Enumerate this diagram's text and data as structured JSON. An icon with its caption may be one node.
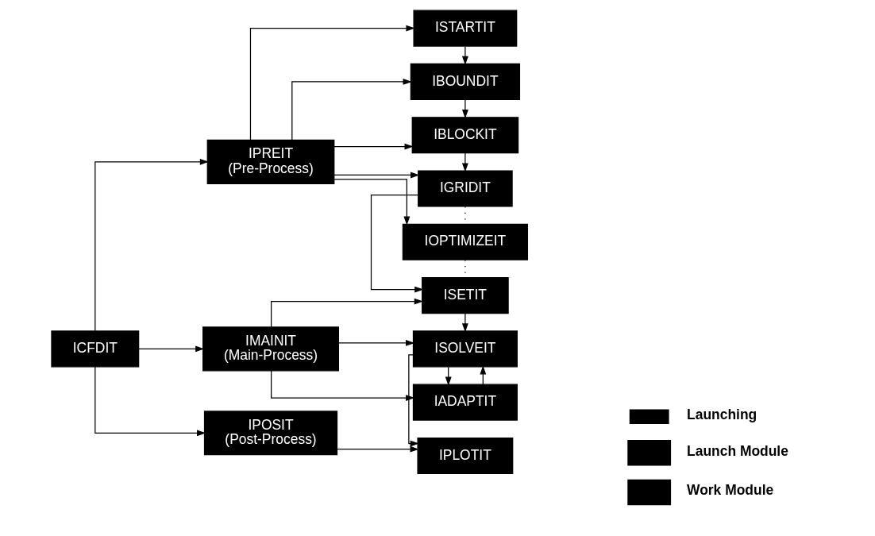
{
  "diagram": {
    "nodes": [
      {
        "text": [
          "ICFDIT"
        ]
      },
      {
        "text": [
          "IPREIT",
          "(Pre-Process)"
        ]
      },
      {
        "text": [
          "IMAINIT",
          "(Main-Process)"
        ]
      },
      {
        "text": [
          "IPOSIT",
          "(Post-Process)"
        ]
      },
      {
        "text": [
          "ISTARTIT"
        ]
      },
      {
        "text": [
          "IBOUNDIT"
        ]
      },
      {
        "text": [
          "IBLOCKIT"
        ]
      },
      {
        "text": [
          "IGRIDIT"
        ]
      },
      {
        "text": [
          "IOPTIMIZEIT"
        ]
      },
      {
        "text": [
          "ISETIT"
        ]
      },
      {
        "text": [
          "ISOLVEIT"
        ]
      },
      {
        "text": [
          "IADAPTIT"
        ]
      },
      {
        "text": [
          "IPLOTIT"
        ]
      }
    ],
    "edges": [
      {
        "from": 0,
        "to": 1,
        "arrow": "to"
      },
      {
        "from": 0,
        "to": 2,
        "arrow": "to"
      },
      {
        "from": 0,
        "to": 3,
        "arrow": "to"
      },
      {
        "from": 1,
        "to": 4,
        "arrow": "to"
      },
      {
        "from": 1,
        "to": 5,
        "arrow": "to"
      },
      {
        "from": 1,
        "to": 6,
        "arrow": "to"
      },
      {
        "from": 1,
        "to": 7,
        "arrow": "to"
      },
      {
        "from": 1,
        "to": 8,
        "arrow": "to"
      },
      {
        "from": 4,
        "to": 5,
        "arrow": "to"
      },
      {
        "from": 5,
        "to": 6,
        "arrow": "to"
      },
      {
        "from": 6,
        "to": 7,
        "arrow": "to"
      },
      {
        "from": 7,
        "to": 8,
        "arrow": "none",
        "style": "dashed"
      },
      {
        "from": 8,
        "to": 9,
        "arrow": "none",
        "style": "dashed"
      },
      {
        "from": 7,
        "to": 9,
        "arrow": "to"
      },
      {
        "from": 2,
        "to": 9,
        "arrow": "to"
      },
      {
        "from": 2,
        "to": 10,
        "arrow": "to"
      },
      {
        "from": 2,
        "to": 11,
        "arrow": "to"
      },
      {
        "from": 9,
        "to": 10,
        "arrow": "to"
      },
      {
        "from": 10,
        "to": 11,
        "arrow": "to"
      },
      {
        "from": 11,
        "to": 10,
        "arrow": "to"
      },
      {
        "from": 10,
        "to": 12,
        "arrow": "to"
      },
      {
        "from": 3,
        "to": 12,
        "arrow": "to"
      }
    ],
    "legend": [
      {
        "text": "Launching"
      },
      {
        "text": "Launch Module",
        "color": "#000000"
      },
      {
        "text": "Work Module",
        "color": "#000000"
      }
    ]
  }
}
